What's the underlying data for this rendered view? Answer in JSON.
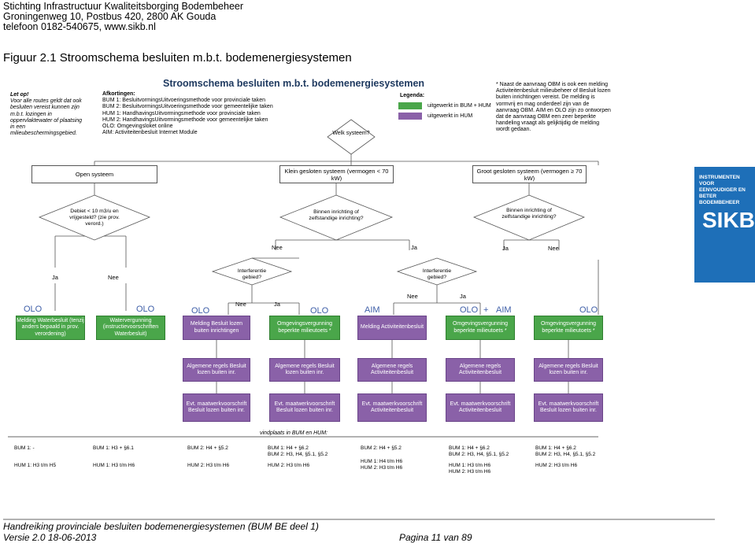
{
  "header": {
    "line1": "Stichting Infrastructuur Kwaliteitsborging Bodembeheer",
    "line2": "Groningenweg 10, Postbus 420, 2800 AK Gouda",
    "line3": "telefoon 0182-540675, www.sikb.nl"
  },
  "figure_caption": "Figuur 2.1 Stroomschema besluiten m.b.t. bodemenergiesystemen",
  "diagram_title": "Stroomschema besluiten m.b.t. bodemenergiesystemen",
  "note_left": {
    "title": "Let op!",
    "text": "Voor alle routes geldt dat ook besluiten vereist kunnen zijn m.b.t. lozingen in oppervlaktewater of plaatsing in een milieubeschermingsgebied."
  },
  "abbreviations": {
    "title": "Afkortingen:",
    "items": [
      "BUM 1:  BesluitvormingsUitvoeringsmethode voor provinciale taken",
      "BUM 2:  BesluitvormingsUitvoeringsmethode voor gemeentelijke taken",
      "HUM 1:  HandhavingsUitvormingsmethode voor provinciale taken",
      "HUM 2:  HandhavingsUitvormingsmethode voor gemeentelijke taken",
      "OLO:     Omgevingsloket online",
      "AIM:     Activiteitenbesluit Internet Module"
    ]
  },
  "welk_systeem": "Welk systeem?",
  "legend": {
    "title": "Legenda:",
    "items": [
      {
        "label": "uitgewerkt in BUM + HUM",
        "color": "#4aa64a"
      },
      {
        "label": "uitgewerkt in HUM",
        "color": "#8a61a8"
      }
    ]
  },
  "note_right": "* Naast de aanvraag OBM is ook een melding Activiteitenbesluit milieubeheer of Besluit lozen buiten inrichtingen vereist. De melding is vormvrij en mag onderdeel zijn van de aanvraag OBM. AIM en OLO zijn zo ontworpen dat de aanvraag OBM een zeer beperkte handeling vraagt als gelijktijdig de melding wordt gedaan.",
  "systems": {
    "open": "Open systeem",
    "klein": "Klein gesloten systeem (vermogen < 70 kW)",
    "groot": "Groot gesloten systeem (vermogen ≥ 70 kW)"
  },
  "questions": {
    "debiet": "Debiet < 10 m3/u en vrijgesteld? (zie prov. verord.)",
    "binnen1": "Binnen inrichting of zelfstandige inrichting?",
    "binnen2": "Binnen inrichting of zelfstandige inrichting?",
    "interf1": "Interferentie gebied?",
    "interf2": "Interferentie gebied?"
  },
  "yn": {
    "nee1": "Nee",
    "ja1": "Ja",
    "ja2": "Ja",
    "nee2": "Nee",
    "ja3": "Ja",
    "nee3": "Nee",
    "nee4": "Nee",
    "ja4": "Ja",
    "nee5": "Nee",
    "ja5": "Ja"
  },
  "portal_labels": {
    "c1": "OLO",
    "c2": "OLO",
    "c3": "OLO",
    "c4": "OLO",
    "c5": "AIM",
    "c6a": "OLO",
    "c6plus": "+",
    "c6b": "AIM",
    "c7": "OLO"
  },
  "row1": [
    "Melding Waterbesluit (tenzij anders bepaald in prov. verordening)",
    "Watervergunning (instructievoorschriften Waterbesluit)",
    "Melding Besluit lozen buiten inrichtingen",
    "Omgevingsvergunning beperkte milieutoets *",
    "Melding Activiteitenbesluit",
    "Omgevingsvergunning beperkte milieutoets *",
    "Omgevingsvergunning beperkte milieutoets *"
  ],
  "row2": [
    "Algemene regels Besluit lozen buiten inr.",
    "Algemene regels Besluit lozen buiten inr.",
    "Algemene regels Activiteitenbesluit",
    "Algemene regels Activiteitenbesluit",
    "Algemene regels Besluit lozen buiten inr."
  ],
  "row3": [
    "Evt. maatwerkvoorschrift Besluit lozen buiten inr.",
    "Evt. maatwerkvoorschrift Besluit lozen buiten inr.",
    "Evt. maatwerkvoorschrift Activiteitenbesluit",
    "Evt. maatwerkvoorschrift Activiteitenbesluit",
    "Evt. maatwerkvoorschrift Besluit lozen buiten inr."
  ],
  "bum_title": "vindplaats in BUM en HUM:",
  "bum": [
    [
      "BUM 1: -",
      "HUM 1: H3 t/m H5"
    ],
    [
      "BUM 1: H3 + §6.1",
      "HUM 1: H3 t/m H6"
    ],
    [
      "BUM 2:  H4 + §5.2",
      "HUM 2: H3 t/m H6"
    ],
    [
      "BUM 1: H4 + §6.2\nBUM 2: H3, H4, §5.1, §5.2",
      "HUM 2: H3 t/m H6"
    ],
    [
      "BUM 2:  H4 + §5.2",
      "HUM 1: H4 t/m H6\nHUM 2: H3 t/m H6"
    ],
    [
      "BUM 1: H4 + §6.2\nBUM 2: H3, H4, §5.1, §5.2",
      "HUM 1: H3 t/m H6\nHUM 2: H3 t/m H6"
    ],
    [
      "BUM 1: H4 + §6.2\nBUM 2: H3, H4, §5.1, §5.2",
      "HUM 2: H3 t/m H6"
    ]
  ],
  "logo_text": "INSTRUMENTEN VOOR EENVOUDIGER EN BETER BODEMBEHEER",
  "logo_brand": "SIKB",
  "footer": {
    "line1": "Handreiking provinciale besluiten bodemenergiesystemen (BUM BE deel 1)",
    "version": "Versie 2.0 18-06-2013",
    "page": "Pagina 11 van 89"
  },
  "colors": {
    "green": "#4aa64a",
    "purple": "#8a61a8",
    "blue_label": "#3f5fa8",
    "logo": "#1e6fb8"
  }
}
